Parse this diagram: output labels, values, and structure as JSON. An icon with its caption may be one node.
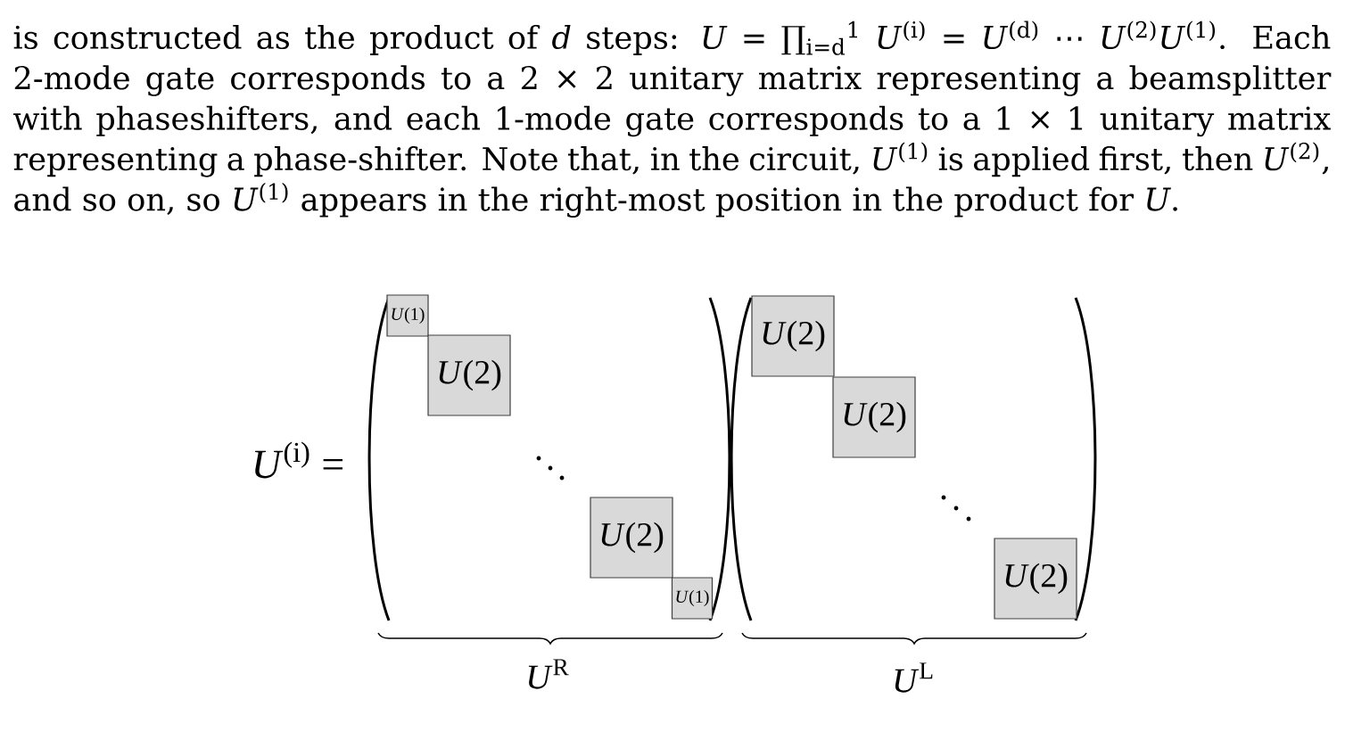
{
  "diagram": {
    "nodes": [
      {
        "text": [
          "*U*(1)"
        ]
      },
      {
        "text": [
          "*U*(2)"
        ]
      },
      {
        "text": [
          "*U*(2)"
        ]
      },
      {
        "text": [
          "*U*(1)"
        ]
      },
      {
        "text": [
          "*U*(2)"
        ]
      },
      {
        "text": [
          "*U*(2)"
        ]
      },
      {
        "text": [
          "*U*(2)"
        ]
      }
    ],
    "labels": [
      "is constructed as the product of *d* steps: *U* = ∏$_{i=d}$$^{1}$ *U*$^{(i)}$ = *U*$^{(d)}$ ⋯ *U*$^{(2)}$*U*$^{(1)}$. Each 2-mode gate corresponds to a 2 × 2 unitary matrix representing a beamsplitter with phaseshifters, and each 1-mode gate corresponds to a 1 × 1 unitary matrix representing a phase-shifter. Note that, in the circuit, *U*$^{(1)}$ is applied first, then *U*$^{(2)}$, and so on, so *U*$^{(1)}$ appears in the right-most position in the product for *U*.",
      "*U*$^{(i)}$ =",
      "*U*$^{R}$",
      "*U*$^{L}$"
    ]
  }
}
